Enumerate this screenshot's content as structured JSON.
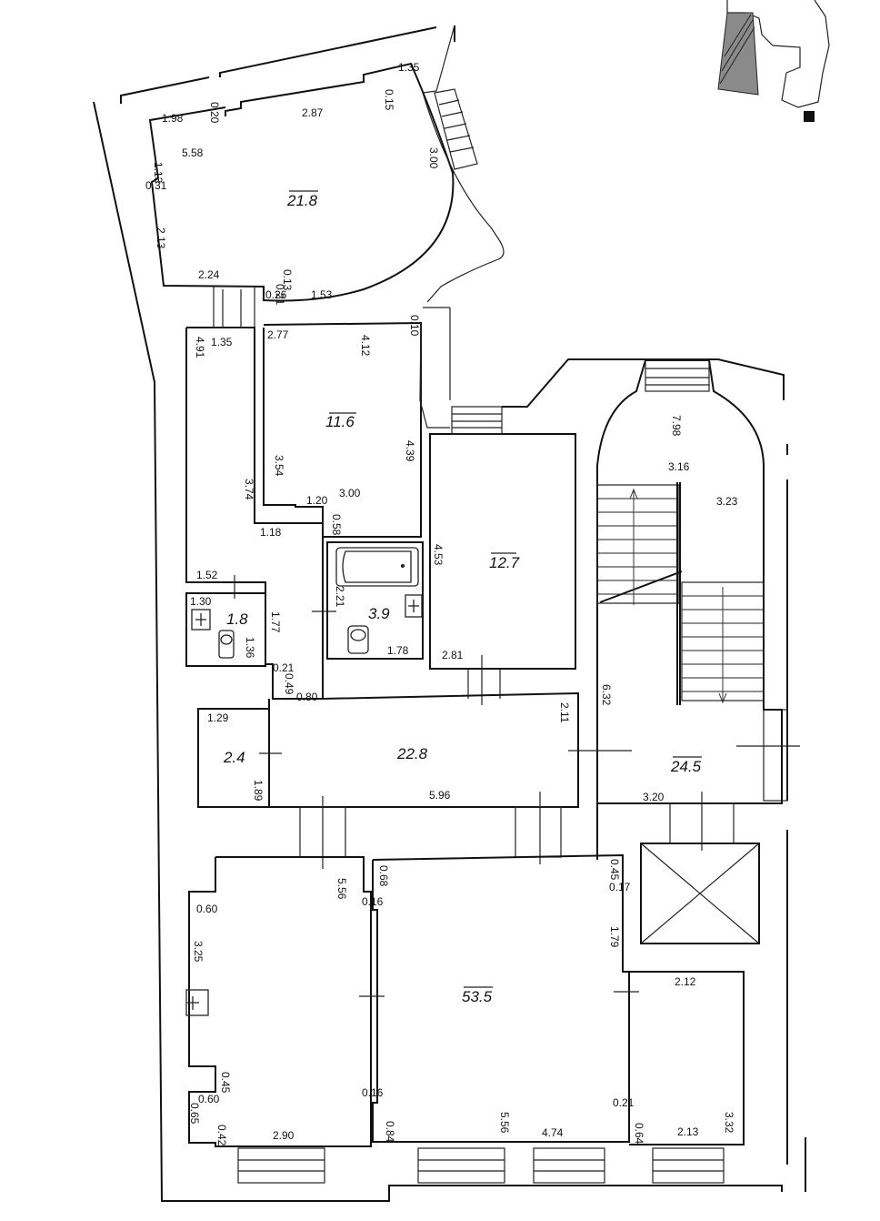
{
  "rooms": [
    {
      "id": "room-a",
      "area": "21.8"
    },
    {
      "id": "room-b",
      "area": "11.6"
    },
    {
      "id": "room-c",
      "area": "12.7"
    },
    {
      "id": "room-d",
      "area": "1.8"
    },
    {
      "id": "room-e",
      "area": "3.9"
    },
    {
      "id": "room-f",
      "area": "2.4"
    },
    {
      "id": "room-g",
      "area": "22.8"
    },
    {
      "id": "room-h",
      "area": "24.5"
    },
    {
      "id": "room-i",
      "area": "53.5"
    }
  ],
  "dimensions": [
    "1.35",
    "0.15",
    "1.98",
    "0.20",
    "2.87",
    "1.13",
    "5.58",
    "3.00",
    "0.31",
    "2.13",
    "2.24",
    "0.13",
    "0.21",
    "0.26",
    "1.53",
    "4.91",
    "1.35",
    "2.77",
    "4.12",
    "0.10",
    "3.74",
    "3.54",
    "4.39",
    "1.20",
    "3.00",
    "1.18",
    "0.58",
    "4.53",
    "7.98",
    "3.16",
    "3.23",
    "1.52",
    "1.30",
    "1.77",
    "1.36",
    "2.21",
    "1.78",
    "2.81",
    "0.21",
    "0.49",
    "0.80",
    "1.29",
    "2.11",
    "6.32",
    "1.89",
    "5.96",
    "3.20",
    "5.56",
    "0.68",
    "0.16",
    "0.45",
    "0.17",
    "0.60",
    "3.25",
    "1.79",
    "2.12",
    "0.45",
    "0.60",
    "0.16",
    "0.65",
    "0.21",
    "0.42",
    "2.90",
    "0.84",
    "5.56",
    "4.74",
    "0.64",
    "2.13",
    "3.32"
  ]
}
